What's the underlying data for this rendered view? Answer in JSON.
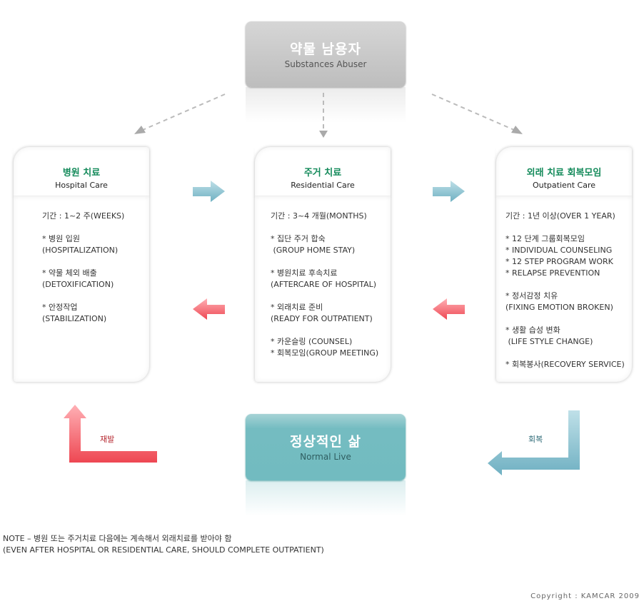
{
  "top": {
    "title": "약물 남용자",
    "subtitle": "Substances Abuser"
  },
  "bottom": {
    "title": "정상적인 삶",
    "subtitle": "Normal Live"
  },
  "cards": [
    {
      "title": "병원 치료",
      "subtitle": "Hospital Care",
      "period": "기간 : 1~2 주(WEEKS)",
      "groups": [
        [
          "* 병원 입원",
          "(HOSPITALIZATION)"
        ],
        [
          "* 약물 체외 배출",
          "(DETOXIFICATION)"
        ],
        [
          "* 안정작업",
          "(STABILIZATION)"
        ]
      ]
    },
    {
      "title": "주거 치료",
      "subtitle": "Residential Care",
      "period": "기간 : 3~4 개월(MONTHS)",
      "groups": [
        [
          "* 집단 주거 합숙",
          " (GROUP HOME STAY)"
        ],
        [
          "* 병원치료 후속치료",
          "(AFTERCARE OF HOSPITAL)"
        ],
        [
          "* 외래치료 준비",
          "(READY FOR OUTPATIENT)"
        ],
        [
          "* 카운슬링 (COUNSEL)",
          "* 회복모임(GROUP MEETING)"
        ]
      ]
    },
    {
      "title": "외래 치료 회복모임",
      "subtitle": "Outpatient Care",
      "period": "기간 : 1년 이상(OVER 1 YEAR)",
      "groups": [
        [
          "* 12 단계 그룹회복모임",
          "* INDIVIDUAL COUNSELING",
          "* 12 STEP PROGRAM WORK",
          "* RELAPSE PREVENTION"
        ],
        [
          "* 정서감정 치유",
          "(FIXING EMOTION BROKEN)"
        ],
        [
          "* 생활 습성 변화",
          " (LIFE STYLE CHANGE)"
        ],
        [
          "* 회복봉사(RECOVERY SERVICE)"
        ]
      ]
    }
  ],
  "relapse_label": "재발",
  "recovery_label": "회복",
  "note": {
    "line1": "NOTE – 병원 또는 주거치료 다음에는 계속해서 외래치료를 받아야 함",
    "line2": "(EVEN AFTER HOSPITAL OR RESIDENTIAL CARE, SHOULD COMPLETE OUTPATIENT)"
  },
  "copyright": "Copyright : KAMCAR 2009",
  "colors": {
    "green": "#138a5a",
    "blue": "#7fbccb",
    "red": "#f2545e",
    "teal": "#74bcc1"
  }
}
